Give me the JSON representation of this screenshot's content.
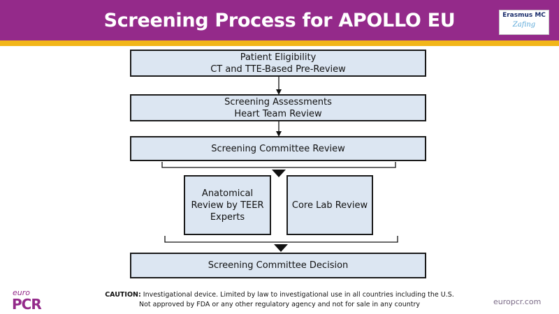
{
  "header": {
    "title": "Screening Process for APOLLO EU",
    "logo_text": "Erasmus MC",
    "logo_tagline": "Zafing"
  },
  "flow": {
    "box1": {
      "line1": "Patient Eligibility",
      "line2": "CT and TTE-Based Pre-Review"
    },
    "box2": {
      "line1": "Screening Assessments",
      "line2": "Heart Team Review"
    },
    "box3": {
      "label": "Screening Committee Review"
    },
    "box4": {
      "line1": "Anatomical",
      "line2": "Review by TEER",
      "line3": "Experts"
    },
    "box5": {
      "label": "Core Lab Review"
    },
    "box6": {
      "label": "Screening Committee Decision"
    }
  },
  "footer": {
    "caution_bold": "CAUTION:",
    "caution_line1": " Investigational device. Limited by law to investigational use in all countries including the U.S.",
    "caution_line2": "Not approved by FDA or any other regulatory agency and not for sale in any country",
    "brand_small": "euro",
    "brand_big": "PCR",
    "website": "europcr.com"
  }
}
